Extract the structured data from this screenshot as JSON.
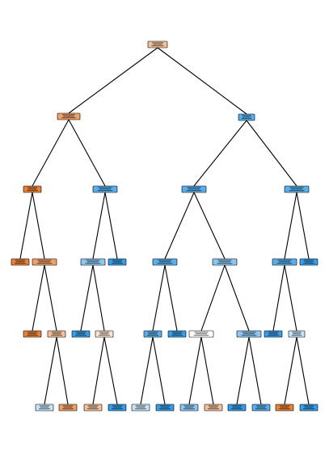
{
  "tree": {
    "root_true_label": "",
    "root_false_label": "",
    "colors": {
      "orange_deep": "#e58139",
      "orange_mid": "#eca06a",
      "orange_light": "#f2c09c",
      "orange_pale": "#f9e2d1",
      "blue_deep": "#399de5",
      "blue_mid": "#5aaee9",
      "blue_light": "#8cc6f0",
      "blue_pale": "#c6e3f7",
      "white": "#ffffff",
      "stroke": "#000000"
    },
    "nodes": [
      {
        "id": "n0",
        "color": "orange_light",
        "children": [
          "n1",
          "n8"
        ]
      },
      {
        "id": "n1",
        "color": "orange_mid",
        "children": [
          "n2",
          "n5"
        ]
      },
      {
        "id": "n2",
        "color": "orange_deep",
        "children": [
          "n3",
          "n4"
        ]
      },
      {
        "id": "n3",
        "color": "orange_deep",
        "children": []
      },
      {
        "id": "n4",
        "color": "orange_mid",
        "children": [
          "n4a",
          "n4b"
        ]
      },
      {
        "id": "n4a",
        "color": "orange_deep",
        "children": []
      },
      {
        "id": "n4b",
        "color": "orange_light",
        "children": [
          "n4b1",
          "n4b2"
        ]
      },
      {
        "id": "n4b1",
        "color": "blue_pale",
        "children": []
      },
      {
        "id": "n4b2",
        "color": "orange_mid",
        "children": []
      },
      {
        "id": "n5",
        "color": "blue_mid",
        "children": [
          "n6",
          "n7"
        ]
      },
      {
        "id": "n6",
        "color": "blue_light",
        "children": [
          "n6a",
          "n6b"
        ]
      },
      {
        "id": "n6a",
        "color": "blue_deep",
        "children": []
      },
      {
        "id": "n6b",
        "color": "orange_pale",
        "children": [
          "n6b1",
          "n6b2"
        ]
      },
      {
        "id": "n6b1",
        "color": "orange_light",
        "children": []
      },
      {
        "id": "n6b2",
        "color": "blue_deep",
        "children": []
      },
      {
        "id": "n7",
        "color": "blue_deep",
        "children": []
      },
      {
        "id": "n8",
        "color": "blue_mid",
        "children": [
          "n9",
          "n16"
        ]
      },
      {
        "id": "n9",
        "color": "blue_mid",
        "children": [
          "n10",
          "n13"
        ]
      },
      {
        "id": "n10",
        "color": "blue_mid",
        "children": [
          "n10a",
          "n10b"
        ]
      },
      {
        "id": "n10a",
        "color": "blue_mid",
        "children": [
          "n10a1",
          "n10a2"
        ]
      },
      {
        "id": "n10a1",
        "color": "blue_pale",
        "children": []
      },
      {
        "id": "n10a2",
        "color": "blue_deep",
        "children": []
      },
      {
        "id": "n10b",
        "color": "blue_deep",
        "children": []
      },
      {
        "id": "n13",
        "color": "blue_light",
        "children": [
          "n13a",
          "n13b"
        ]
      },
      {
        "id": "n13a",
        "color": "white",
        "children": [
          "n13a1",
          "n13a2"
        ]
      },
      {
        "id": "n13a1",
        "color": "blue_light",
        "children": []
      },
      {
        "id": "n13a2",
        "color": "orange_light",
        "children": []
      },
      {
        "id": "n13b",
        "color": "blue_light",
        "children": [
          "n13b1",
          "n13b2"
        ]
      },
      {
        "id": "n13b1",
        "color": "blue_deep",
        "children": []
      },
      {
        "id": "n13b2",
        "color": "blue_mid",
        "children": []
      },
      {
        "id": "n16",
        "color": "blue_mid",
        "children": [
          "n17",
          "n22"
        ]
      },
      {
        "id": "n17",
        "color": "blue_mid",
        "children": [
          "n17a",
          "n17b"
        ]
      },
      {
        "id": "n17a",
        "color": "blue_deep",
        "children": []
      },
      {
        "id": "n17b",
        "color": "blue_pale",
        "children": [
          "n17b1",
          "n17b2"
        ]
      },
      {
        "id": "n17b1",
        "color": "orange_deep",
        "children": []
      },
      {
        "id": "n17b2",
        "color": "blue_deep",
        "children": []
      },
      {
        "id": "n22",
        "color": "blue_deep",
        "children": []
      }
    ]
  }
}
